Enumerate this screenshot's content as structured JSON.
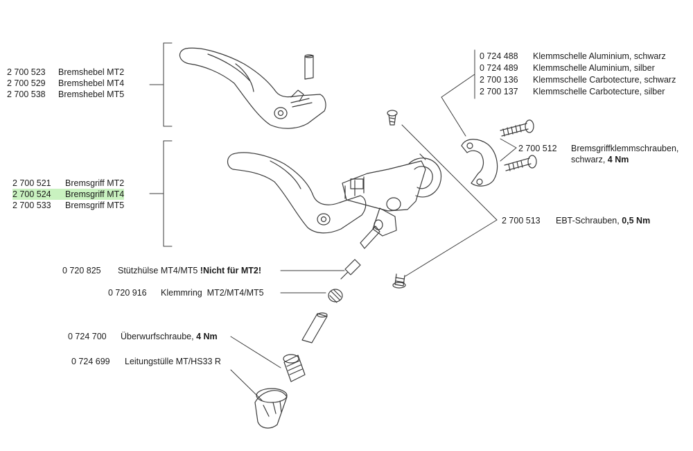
{
  "colors": {
    "line": "#3a3a3a",
    "highlight": "#c9f2c0"
  },
  "lever_group": {
    "rows": [
      {
        "num": "2 700 523",
        "name": "Bremshebel MT2"
      },
      {
        "num": "2 700 529",
        "name": "Bremshebel MT4"
      },
      {
        "num": "2 700 538",
        "name": "Bremshebel MT5"
      }
    ]
  },
  "grip_group": {
    "rows": [
      {
        "num": "2 700 521",
        "name": "Bremsgriff MT2"
      },
      {
        "num": "2 700 524",
        "name": "Bremsgriff MT4",
        "highlighted": true
      },
      {
        "num": "2 700 533",
        "name": "Bremsgriff MT5"
      }
    ]
  },
  "clamp_group": {
    "rows": [
      {
        "num": "0 724 488",
        "name": "Klemmschelle Aluminium, schwarz"
      },
      {
        "num": "0 724 489",
        "name": "Klemmschelle Aluminium, silber"
      },
      {
        "num": "2 700 136",
        "name": "Klemmschelle Carbotecture, schwarz"
      },
      {
        "num": "2 700 137",
        "name": "Klemmschelle Carbotecture, silber"
      }
    ]
  },
  "clamp_screws": {
    "num": "2 700 512",
    "name": "Bremsgriffklemmschrauben,",
    "line2": "schwarz, ",
    "torque": "4 Nm"
  },
  "ebt_screws": {
    "num": "2 700 513",
    "name": "EBT-Schrauben, ",
    "torque": "0,5 Nm"
  },
  "support_sleeve": {
    "num": "0 720 825",
    "name": "Stützhülse MT4/MT5 ",
    "note": "!Nicht für MT2!"
  },
  "clamp_ring": {
    "num": "0 720 916",
    "name": "Klemmring  MT2/MT4/MT5"
  },
  "union_screw": {
    "num": "0 724 700",
    "name": "Überwurfschraube, ",
    "torque": "4 Nm"
  },
  "hose_grommet": {
    "num": "0 724 699",
    "name": "Leitungstülle MT/HS33 R"
  }
}
